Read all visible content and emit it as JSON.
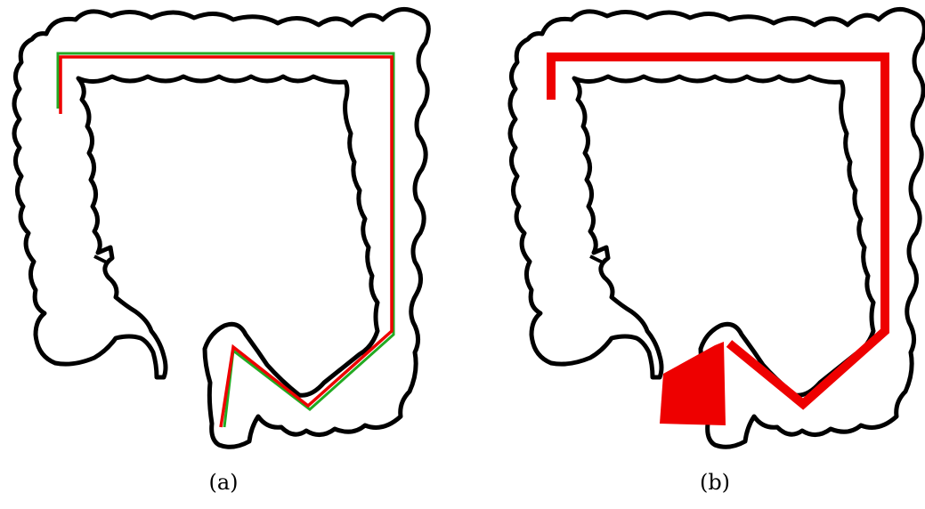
{
  "figure": {
    "panels": [
      {
        "id": "a",
        "caption": "(a)"
      },
      {
        "id": "b",
        "caption": "(b)"
      }
    ]
  },
  "colors": {
    "outline": "#000000",
    "path_red": "#ee0000",
    "path_green": "#22aa22"
  }
}
